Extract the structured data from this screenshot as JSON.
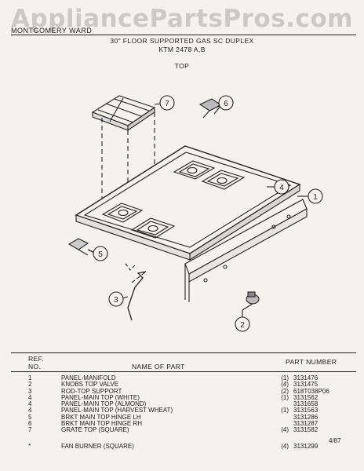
{
  "watermark": "AppliancePartsPros.com",
  "header": {
    "brand": "MONTGOMERY WARD",
    "title": "30\" FLOOR SUPPORTED GAS SC DUPLEX",
    "model": "KTM 2478 A,B",
    "section": "TOP"
  },
  "callouts": [
    "1",
    "2",
    "3",
    "4",
    "5",
    "6",
    "7"
  ],
  "columns": {
    "ref": "REF. NO.",
    "name": "NAME OF PART",
    "part": "PART NUMBER"
  },
  "parts": [
    {
      "ref": "1",
      "name": "PANEL-MANIFOLD",
      "qty": "(1)",
      "part": "3131476"
    },
    {
      "ref": "2",
      "name": "KNOBS TOP VALVE",
      "qty": "(4)",
      "part": "3131475"
    },
    {
      "ref": "3",
      "name": "ROD-TOP SUPPORT",
      "qty": "(2)",
      "part": "618T038P06"
    },
    {
      "ref": "4",
      "name": "PANEL-MAIN TOP (WHITE)",
      "qty": "(1)",
      "part": "3131562"
    },
    {
      "ref": "4",
      "name": "PANEL-MAIN TOP (ALMOND)",
      "qty": "",
      "part": "3131658"
    },
    {
      "ref": "4",
      "name": "PANEL-MAIN TOP (HARVEST WHEAT)",
      "qty": "(1)",
      "part": "3131563"
    },
    {
      "ref": "5",
      "name": "BRKT MAIN TOP HINGE LH",
      "qty": "",
      "part": "3131286"
    },
    {
      "ref": "6",
      "name": "BRKT MAIN TOP HINGE RH",
      "qty": "",
      "part": "3131287"
    },
    {
      "ref": "7",
      "name": "GRATE TOP (SQUARE)",
      "qty": "(4)",
      "part": "3131582"
    }
  ],
  "extra": {
    "ref": "*",
    "name": "FAN BURNER (SQUARE)",
    "qty": "(4)",
    "part": "3131299"
  },
  "date": "4/87"
}
